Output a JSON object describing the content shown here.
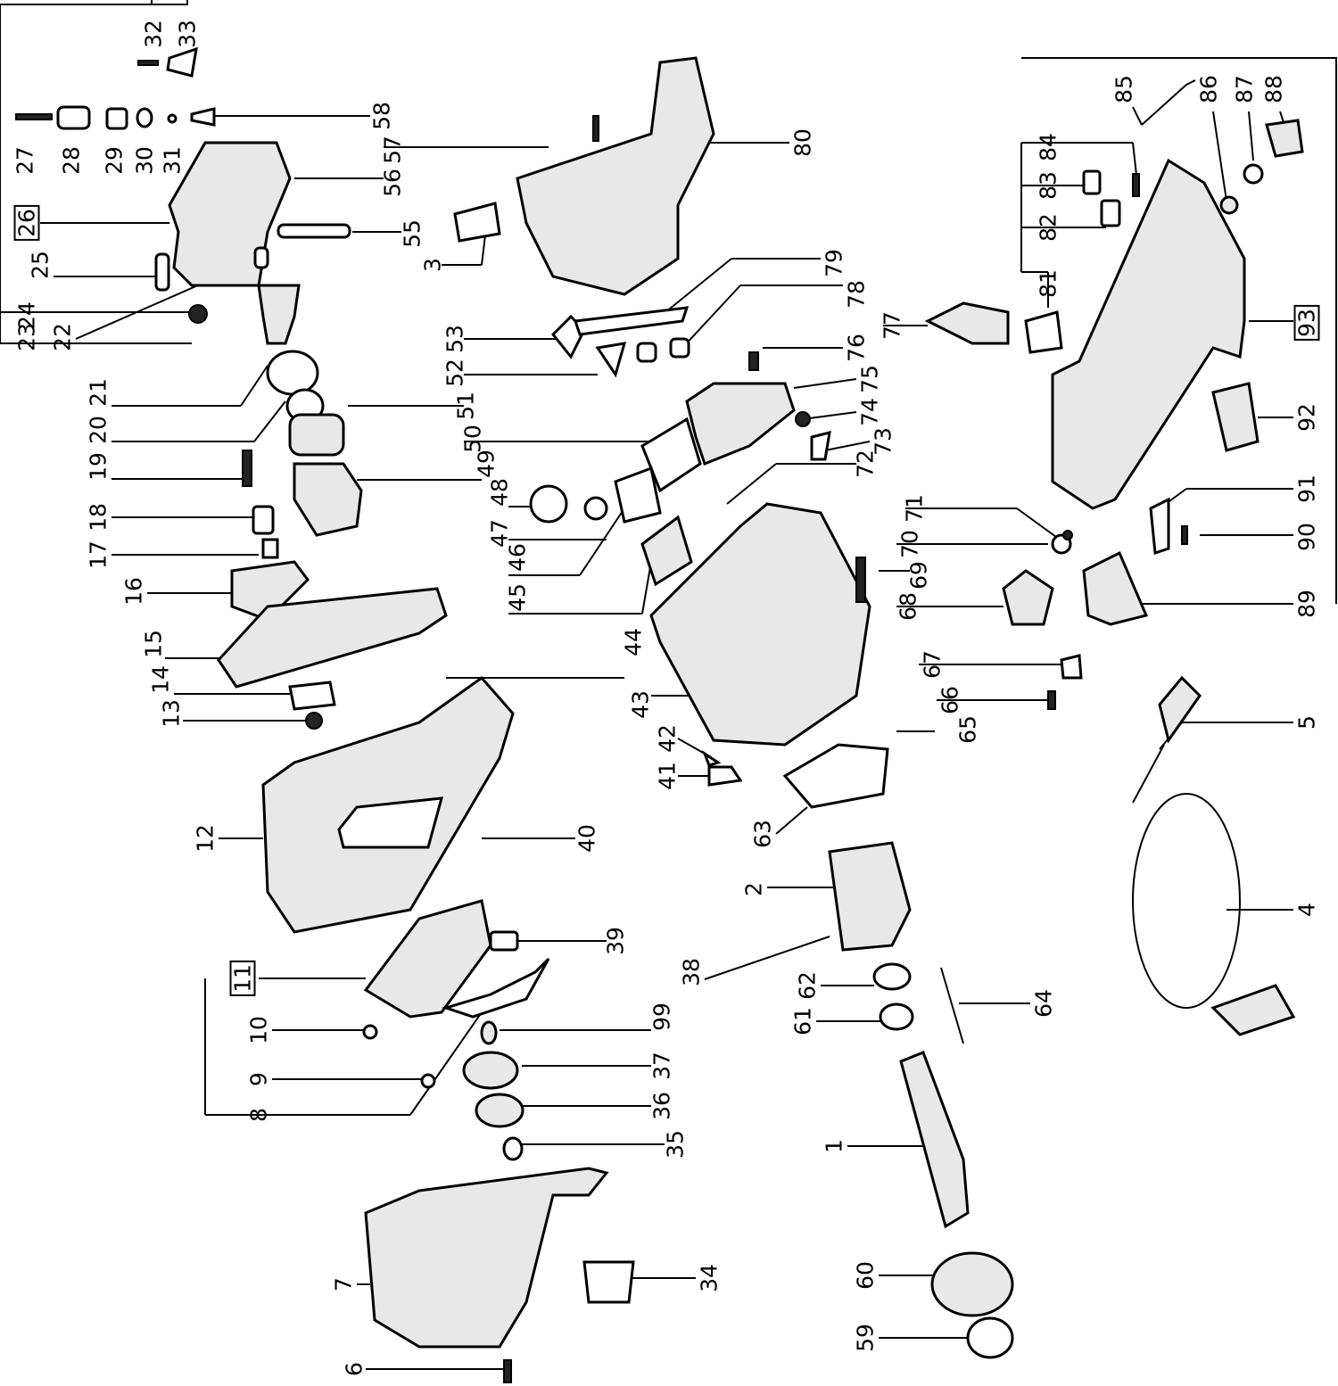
{
  "title": "Exploded parts diagram",
  "labels": {
    "1": "1",
    "2": "2",
    "3": "3",
    "4": "4",
    "5": "5",
    "6": "6",
    "7": "7",
    "8": "8",
    "9": "9",
    "10": "10",
    "11": "11",
    "12": "12",
    "13": "13",
    "14": "14",
    "15": "15",
    "16": "16",
    "17": "17",
    "18": "18",
    "19": "19",
    "20": "20",
    "21": "21",
    "22": "22",
    "23": "23",
    "24": "24",
    "25": "25",
    "26": "26",
    "27": "27",
    "28": "28",
    "29": "29",
    "30": "30",
    "31": "31",
    "32": "32",
    "33": "33",
    "34": "34",
    "35": "35",
    "36": "36",
    "37": "37",
    "38": "38",
    "39": "39",
    "40": "40",
    "41": "41",
    "42": "42",
    "43": "43",
    "44": "44",
    "45": "45",
    "46": "46",
    "47": "47",
    "48": "48",
    "49": "49",
    "50": "50",
    "51": "51",
    "52": "52",
    "53": "53",
    "55": "55",
    "56": "56",
    "57": "57",
    "58": "58",
    "59": "59",
    "60": "60",
    "61": "61",
    "62": "62",
    "63": "63",
    "64": "64",
    "65": "65",
    "66": "66",
    "67": "67",
    "68": "68",
    "69": "69",
    "70": "70",
    "71": "71",
    "72": "72",
    "73": "73",
    "74": "74",
    "75": "75",
    "76": "76",
    "77": "77",
    "78": "78",
    "79": "79",
    "80": "80",
    "81": "81",
    "82": "82",
    "83": "83",
    "84": "84",
    "85": "85",
    "86": "86",
    "87": "87",
    "88": "88",
    "89": "89",
    "90": "90",
    "91": "91",
    "92": "92",
    "93": "93",
    "99": "99"
  }
}
